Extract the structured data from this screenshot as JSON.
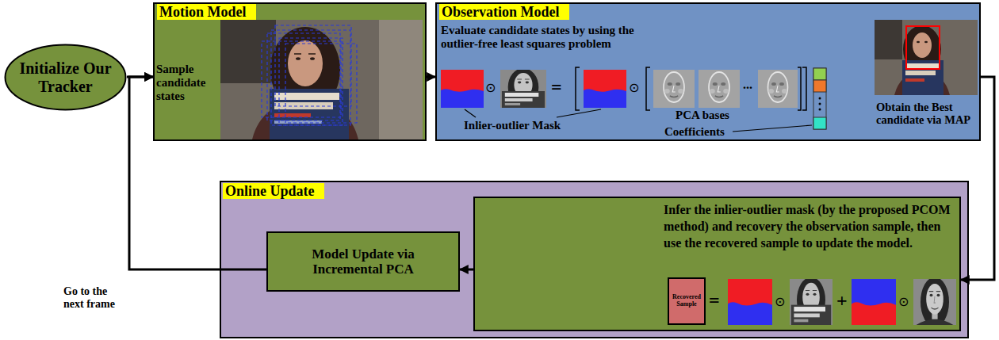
{
  "diagram": {
    "nodes": [
      {
        "text": [
          "Initialize Our Tracker"
        ]
      },
      {
        "text": [
          "Motion Model",
          "Sample candidate states"
        ]
      },
      {
        "text": [
          "Observation Model",
          "Evaluate candidate states by using the outlier-free least squares problem",
          "Obtain the Best candidate via MAP"
        ]
      },
      {
        "text": [
          "Online Update"
        ]
      },
      {
        "text": [
          "Model Update via Incremental PCA"
        ],
        "in": 3
      },
      {
        "text": [
          "Infer the inlier-outlier mask (by the proposed PCOM method) and recovery the observation sample, then use the recovered sample to update the model."
        ],
        "in": 3
      },
      {
        "text": [
          "Recovered Sample"
        ],
        "in": 5
      }
    ],
    "edges": [
      {
        "from": 0,
        "to": 1,
        "arrow": "to"
      },
      {
        "from": 1,
        "to": 2,
        "arrow": "to"
      },
      {
        "from": 2,
        "to": 5,
        "arrow": "to"
      },
      {
        "from": 5,
        "to": 4,
        "arrow": "to"
      },
      {
        "from": 4,
        "to": 1,
        "arrow": "to",
        "label": "Go to the next frame"
      }
    ],
    "labels": [
      "⊙",
      "=",
      "⊙",
      "...",
      "PCA bases",
      "Inlier-outlier Mask",
      "Coefficients",
      "=",
      "⊙",
      "+",
      "⊙"
    ]
  }
}
